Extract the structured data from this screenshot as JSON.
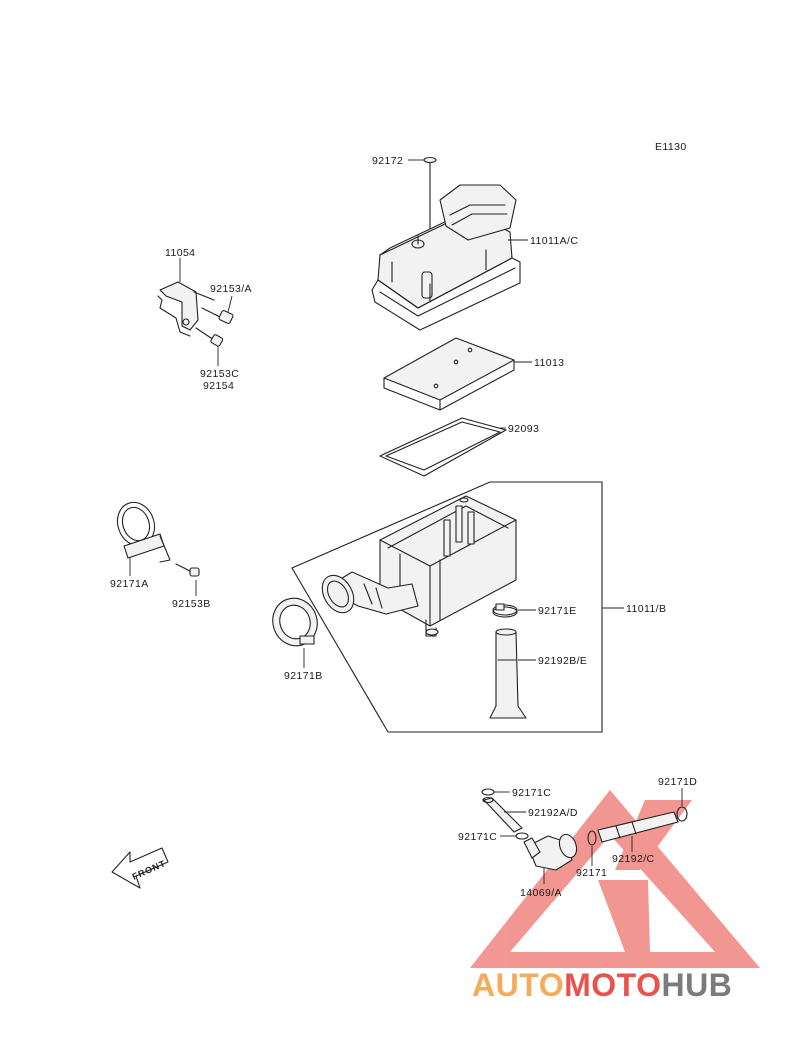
{
  "diagram": {
    "code": "E1130",
    "labels": {
      "p92172": "92172",
      "p11011ac": "11011A/C",
      "p11054": "11054",
      "p92153a": "92153/A",
      "p92153c": "92153C",
      "p92154": "92154",
      "p11013": "11013",
      "p92093": "92093",
      "p92171a": "92171A",
      "p92153b": "92153B",
      "p92171e": "92171E",
      "p11011b": "11011/B",
      "p92192be": "92192B/E",
      "p92171b": "92171B",
      "p92171c1": "92171C",
      "p92192ad": "92192A/D",
      "p92171c2": "92171C",
      "p92171d": "92171D",
      "p14069a": "14069/A",
      "p92171": "92171",
      "p92192c": "92192/C"
    },
    "front_arrow": "FRONT"
  },
  "watermark": {
    "part1": "AUTO",
    "part2": "MOTO",
    "part3": "HUB",
    "colors": {
      "auto": "#f4a24a",
      "moto": "#e8413a",
      "hub": "#6d6d6d",
      "triangle": "#e8413a"
    }
  }
}
